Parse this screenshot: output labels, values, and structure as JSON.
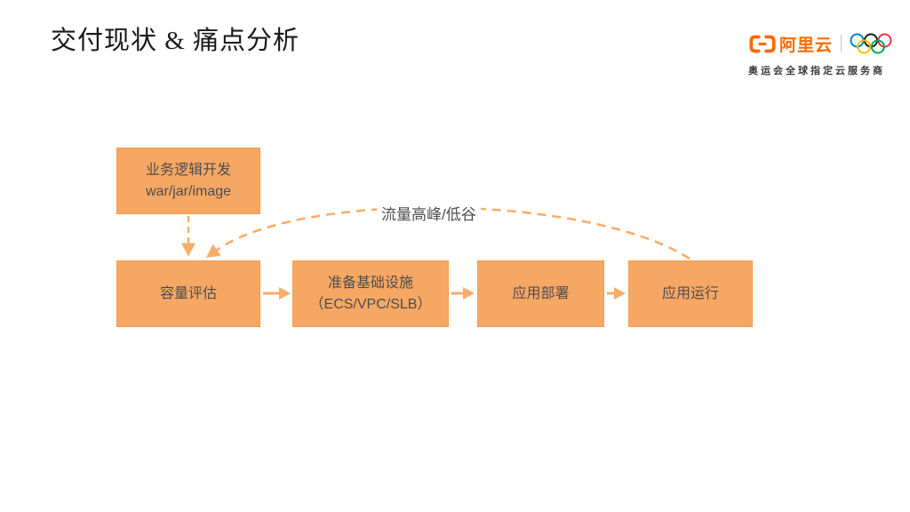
{
  "colors": {
    "brand": "#FF6A00",
    "box_fill": "#F7A764",
    "box_border": "#F09C52",
    "arrow": "#F8AD69",
    "box_text": "#4D4D4D",
    "title_color": "#1A1A1A",
    "tagline_color": "#3A3A3A",
    "divider": "#C9C9C9",
    "loop_label_color": "#4D4D4D"
  },
  "header": {
    "title": "交付现状 & 痛点分析"
  },
  "brand": {
    "name": "阿里云",
    "logo_mark": "alibaba-cloud-bracket-icon",
    "tagline": "奥运会全球指定云服务商",
    "olympic_rings": [
      "#0081C8",
      "#1A1A1A",
      "#EE334E",
      "#F4C300",
      "#00A651"
    ]
  },
  "diagram": {
    "dev_box": {
      "line1": "业务逻辑开发",
      "line2": "war/jar/image"
    },
    "flow": [
      {
        "label": "容量评估"
      },
      {
        "label": "准备基础设施",
        "sublabel": "（ECS/VPC/SLB）"
      },
      {
        "label": "应用部署"
      },
      {
        "label": "应用运行"
      }
    ],
    "loop_label": "流量高峰/低谷"
  }
}
